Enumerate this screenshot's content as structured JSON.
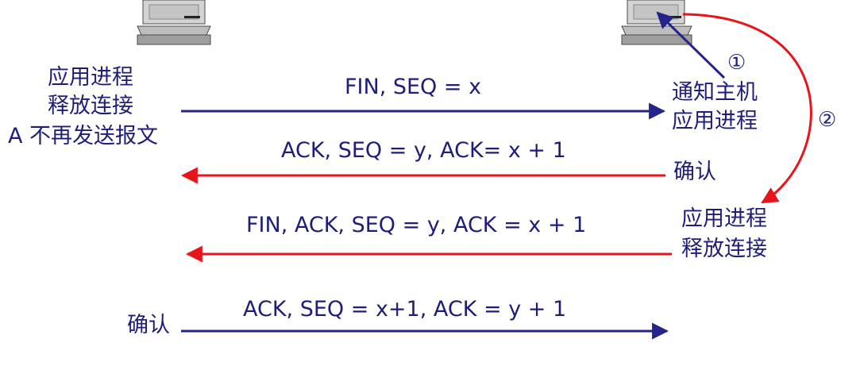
{
  "colors": {
    "blue_arrow": "#24248c",
    "red_arrow": "#e8141c",
    "text": "#1e1e7a",
    "computer_light": "#d4d4d4",
    "computer_dark": "#a2a2a2",
    "computer_edge": "#4a4a4a"
  },
  "left": {
    "app_release_line1": "应用进程",
    "app_release_line2": "释放连接",
    "a_stops_sending": "A 不再发送报文",
    "confirm": "确认"
  },
  "right": {
    "notify_line1": "通知主机",
    "notify_line2": "应用进程",
    "confirm": "确认",
    "release_line1": "应用进程",
    "release_line2": "释放连接",
    "step1": "①",
    "step2": "②"
  },
  "messages": [
    {
      "text": "FIN, SEQ = x",
      "direction": "right",
      "color": "blue"
    },
    {
      "text": "ACK, SEQ = y, ACK= x + 1",
      "direction": "left",
      "color": "red"
    },
    {
      "text": "FIN, ACK, SEQ = y, ACK = x + 1",
      "direction": "left",
      "color": "red"
    },
    {
      "text": "ACK, SEQ = x+1, ACK = y + 1",
      "direction": "right",
      "color": "blue"
    }
  ]
}
